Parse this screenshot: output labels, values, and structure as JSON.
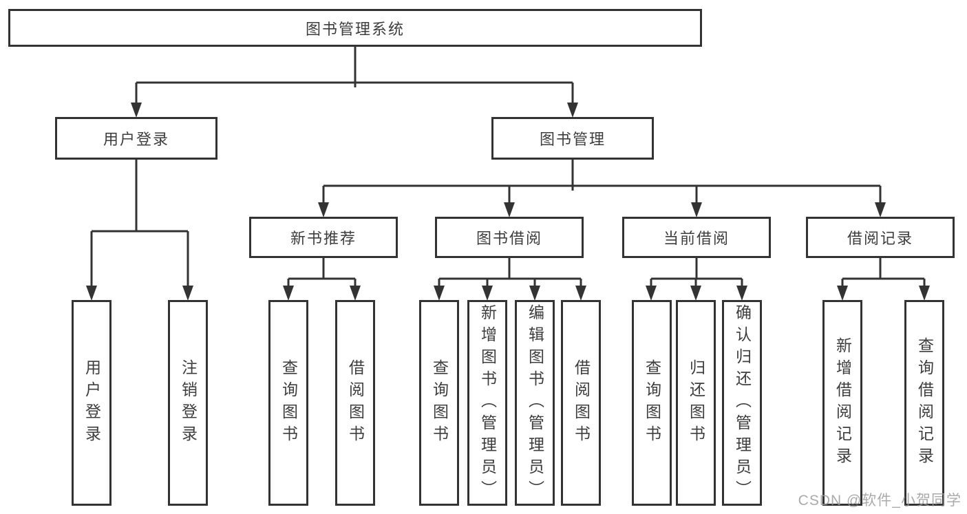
{
  "diagram": {
    "type": "hierarchy-tree",
    "nodes": {
      "root": "图书管理系统",
      "user_login": "用户登录",
      "book_mgmt": "图书管理",
      "new_book_rec": "新书推荐",
      "book_borrow": "图书借阅",
      "current_borrow": "当前借阅",
      "borrow_records": "借阅记录",
      "leaf_user_login": "用户登录",
      "leaf_logout": "注销登录",
      "rec_query_books": "查询图书",
      "rec_borrow_books": "借阅图书",
      "bb_query_books": "查询图书",
      "bb_add_books": "新增图书（管理员）",
      "bb_edit_books": "编辑图书（管理员）",
      "bb_borrow_books": "借阅图书",
      "cb_query_books": "查询图书",
      "cb_return_books": "归还图书",
      "cb_confirm_return": "确认归还（管理员）",
      "br_add_record": "新增借阅记录",
      "br_query_record": "查询借阅记录"
    },
    "edges": [
      [
        "root",
        "user_login"
      ],
      [
        "root",
        "book_mgmt"
      ],
      [
        "user_login",
        "leaf_user_login"
      ],
      [
        "user_login",
        "leaf_logout"
      ],
      [
        "book_mgmt",
        "new_book_rec"
      ],
      [
        "book_mgmt",
        "book_borrow"
      ],
      [
        "book_mgmt",
        "current_borrow"
      ],
      [
        "book_mgmt",
        "borrow_records"
      ],
      [
        "new_book_rec",
        "rec_query_books"
      ],
      [
        "new_book_rec",
        "rec_borrow_books"
      ],
      [
        "book_borrow",
        "bb_query_books"
      ],
      [
        "book_borrow",
        "bb_add_books"
      ],
      [
        "book_borrow",
        "bb_edit_books"
      ],
      [
        "book_borrow",
        "bb_borrow_books"
      ],
      [
        "current_borrow",
        "cb_query_books"
      ],
      [
        "current_borrow",
        "cb_return_books"
      ],
      [
        "current_borrow",
        "cb_confirm_return"
      ],
      [
        "borrow_records",
        "br_add_record"
      ],
      [
        "borrow_records",
        "br_query_record"
      ]
    ],
    "colors": {
      "line": "#333333",
      "text": "#3d3d3d",
      "background": "#ffffff",
      "watermark": "#9b9b9b"
    }
  },
  "watermark": "CSDN @软件_小贺同学"
}
